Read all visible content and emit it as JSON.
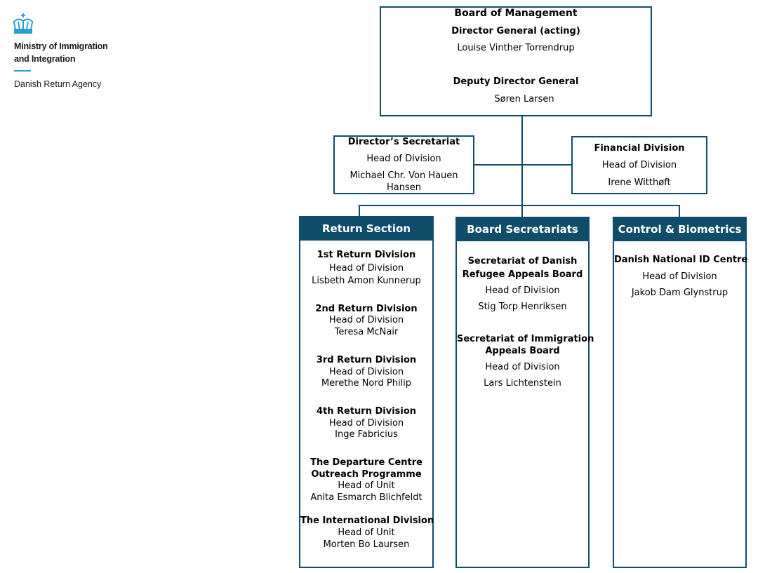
{
  "brand": {
    "line1": "Ministry of Immigration",
    "line2": "and Integration",
    "agency": "Danish Return Agency",
    "color": "#2aa0d1",
    "icon": "crown-icon"
  },
  "board": {
    "title": "Board of Management",
    "dg_title": "Director General (acting)",
    "dg_name": "Louise Vinther Torrendrup",
    "ddg_title": "Deputy Director General",
    "ddg_name": "Søren Larsen"
  },
  "secretariat": {
    "title": "Director’s Secretariat",
    "role": "Head of Division",
    "name_line1": "Michael Chr. Von Hauen",
    "name_line2": "Hansen"
  },
  "financial": {
    "title": "Financial Division",
    "role": "Head of Division",
    "name": "Irene Witthøft"
  },
  "return_section": {
    "header": "Return Section",
    "units": [
      {
        "title": "1st Return Division",
        "role": "Head of Division",
        "name": "Lisbeth Amon Kunnerup"
      },
      {
        "title": "2nd Return Division",
        "role": "Head of Division",
        "name": "Teresa McNair"
      },
      {
        "title": "3rd Return Division",
        "role": "Head of Division",
        "name": "Merethe Nord Philip"
      },
      {
        "title": "4th Return Division",
        "role": "Head of Division",
        "name": "Inge Fabricius"
      },
      {
        "title_line1": "The Departure Centre",
        "title_line2": "Outreach Programme",
        "role": "Head of Unit",
        "name": "Anita Esmarch Blichfeldt"
      },
      {
        "title": "The International Division",
        "role": "Head of Unit",
        "name": "Morten Bo Laursen"
      }
    ]
  },
  "board_secretariats": {
    "header": "Board Secretariats",
    "units": [
      {
        "title_line1": "Secretariat of Danish",
        "title_line2": "Refugee Appeals Board",
        "role": "Head of Division",
        "name": "Stig Torp Henriksen"
      },
      {
        "title_line1": "Secretariat of Immigration",
        "title_line2": "Appeals Board",
        "role": "Head of Division",
        "name": "Lars Lichtenstein"
      }
    ]
  },
  "control": {
    "header": "Control & Biometrics",
    "units": [
      {
        "title": "Danish National ID Centre",
        "role": "Head of Division",
        "name": "Jakob Dam Glynstrup"
      }
    ]
  },
  "colors": {
    "accent": "#0f4d6b"
  }
}
